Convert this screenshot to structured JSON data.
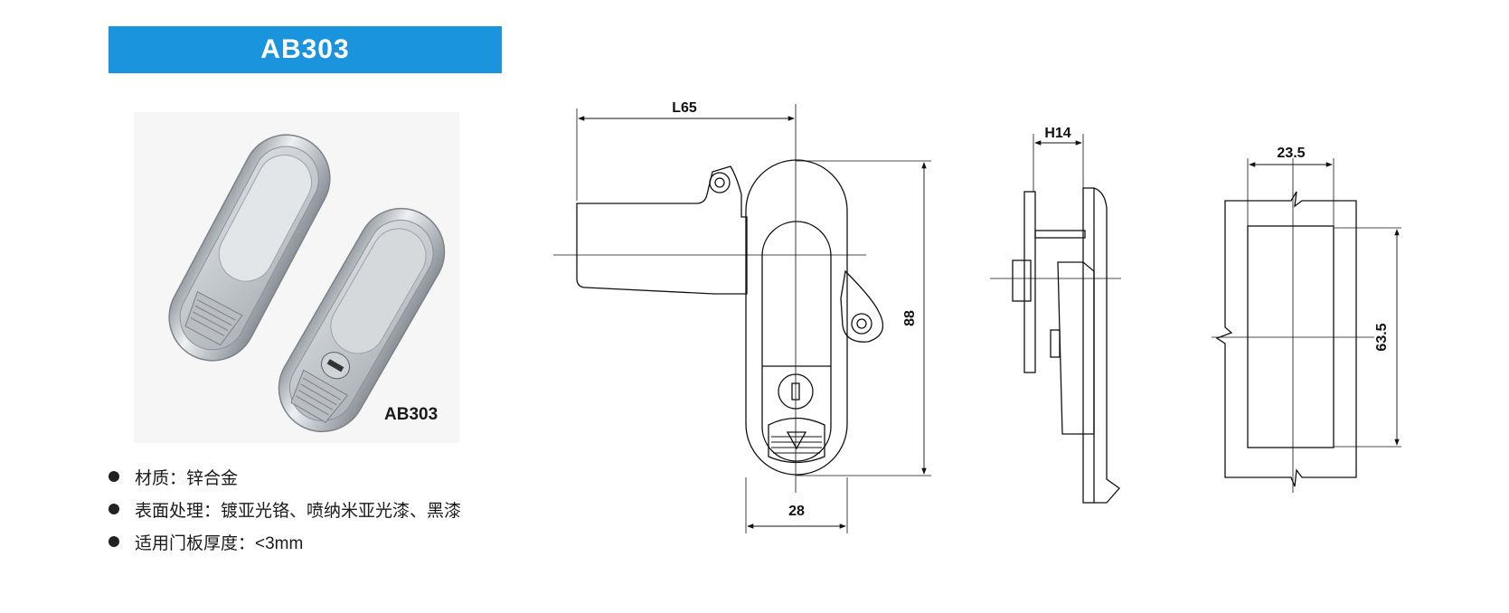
{
  "header": {
    "title": "AB303",
    "bar_color": "#1a94dc",
    "text_color": "#ffffff"
  },
  "product_photo": {
    "caption": "AB303"
  },
  "specs": [
    {
      "label": "材质：锌合金"
    },
    {
      "label": "表面处理：镀亚光铬、喷纳米亚光漆、黑漆"
    },
    {
      "label": "适用门板厚度：<3mm"
    }
  ],
  "dimensions": {
    "front": {
      "length": "L65",
      "height": "88",
      "width": "28"
    },
    "side": {
      "thickness": "H14"
    },
    "cutout": {
      "width": "23.5",
      "height": "63.5"
    }
  }
}
